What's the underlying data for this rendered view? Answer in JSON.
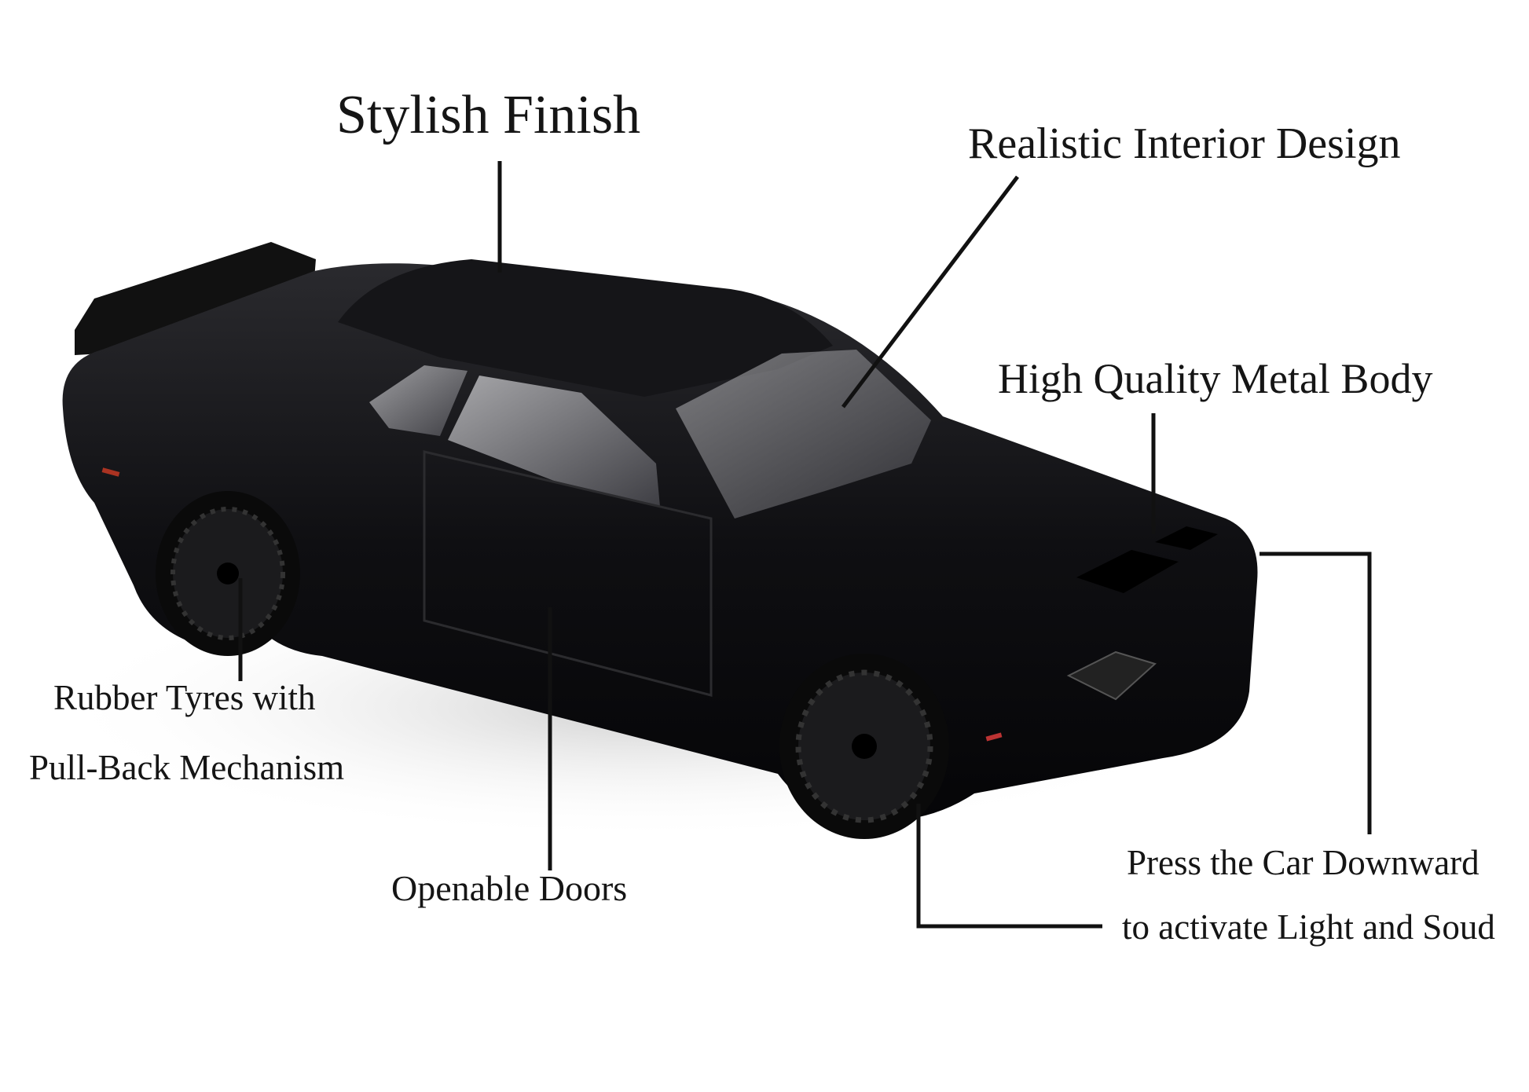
{
  "labels": {
    "stylish_finish": "Stylish Finish",
    "realistic_interior": "Realistic Interior Design",
    "metal_body": "High Quality Metal Body",
    "rubber_tyres_line1": "Rubber Tyres with",
    "rubber_tyres_line2": "Pull-Back Mechanism",
    "openable_doors": "Openable Doors",
    "press_line1": "Press the Car Downward",
    "press_line2": "to activate Light and Soud"
  },
  "colors": {
    "car_body": "#0d0d0f",
    "line": "#111111",
    "background": "#ffffff"
  }
}
